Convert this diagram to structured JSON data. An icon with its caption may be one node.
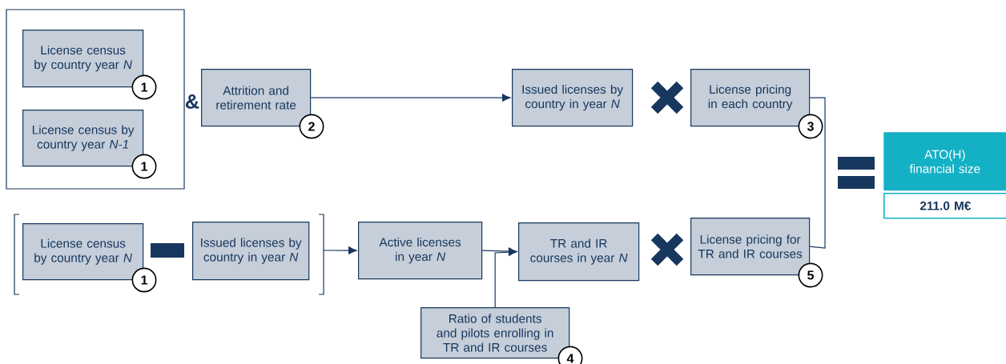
{
  "diagram": {
    "nodes": [
      {
        "text": [],
        "shape": "box"
      },
      {
        "text": [
          "License census by country year *N*"
        ],
        "in": 0,
        "beside": [
          "1"
        ]
      },
      {
        "text": [
          "License census by country year *N-1*"
        ],
        "in": 0,
        "beside": [
          "1"
        ]
      },
      {
        "text": [
          "Attrition and retirement rate"
        ],
        "beside": [
          "2"
        ]
      },
      {
        "text": [
          "Issued licenses by country in year *N*"
        ]
      },
      {
        "text": [
          "License pricing in each country"
        ],
        "beside": [
          "3"
        ]
      },
      {
        "text": [
          "ATO(H) financial size"
        ]
      },
      {
        "text": [
          "**211.0 M€**"
        ]
      },
      {
        "text": [
          "License census by country year *N*"
        ],
        "beside": [
          "1"
        ]
      },
      {
        "text": [
          "Issued licenses by country in year *N*"
        ]
      },
      {
        "text": [
          "Active licenses in year *N*"
        ]
      },
      {
        "text": [
          "TR and IR courses in year *N*"
        ]
      },
      {
        "text": [
          "License pricing for TR and IR courses"
        ],
        "beside": [
          "5"
        ]
      },
      {
        "text": [
          "Ratio of students and pilots enrolling in TR and IR courses"
        ],
        "beside": [
          "4"
        ]
      }
    ],
    "edges": [
      {
        "from": 3,
        "to": 4,
        "arrow": "to"
      },
      {
        "from": null,
        "to": 10,
        "arrow": "to"
      },
      {
        "from": 10,
        "to": 11,
        "arrow": "to"
      },
      {
        "from": 13,
        "to": 11,
        "arrow": "to"
      },
      {
        "from": 5,
        "to": 12,
        "arrow": "none"
      }
    ],
    "labels": [
      "&"
    ]
  }
}
